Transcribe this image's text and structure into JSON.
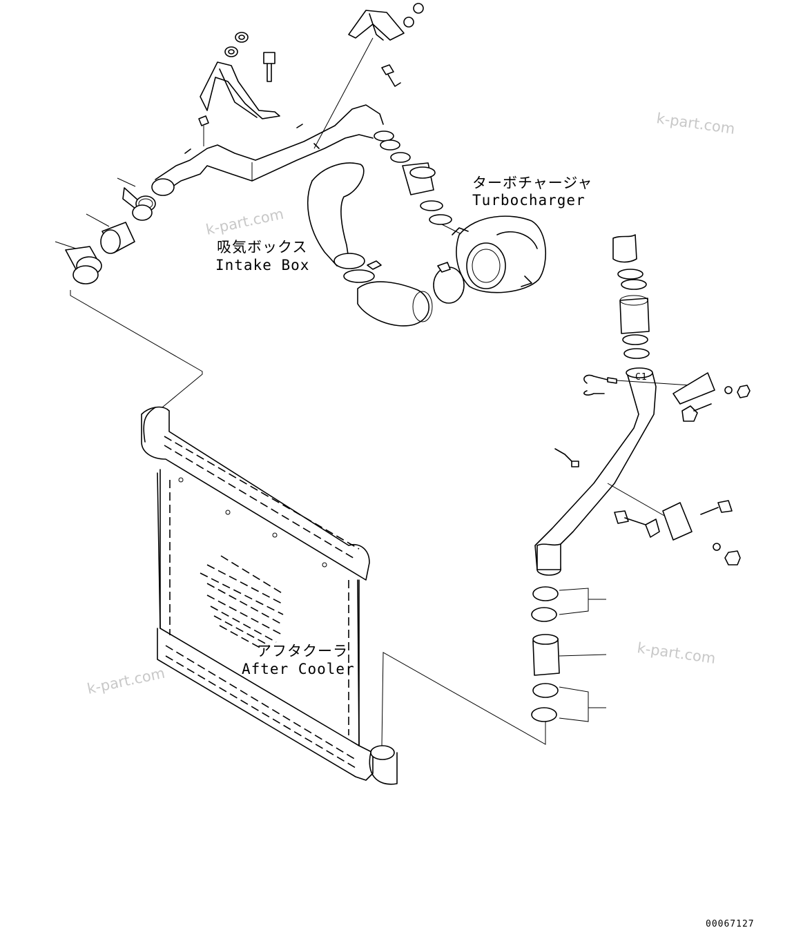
{
  "labels": {
    "turbocharger": {
      "ja": "ターボチャージャ",
      "en": "Turbocharger"
    },
    "intake_box": {
      "ja": "吸気ボックス",
      "en": "Intake Box"
    },
    "after_cooler": {
      "ja": "アフタクーラ",
      "en": "After Cooler"
    },
    "part_tag": "C1"
  },
  "watermarks": [
    "k-part.com",
    "k-part.com",
    "k-part.com",
    "k-part.com"
  ],
  "drawing_number": "00067127"
}
